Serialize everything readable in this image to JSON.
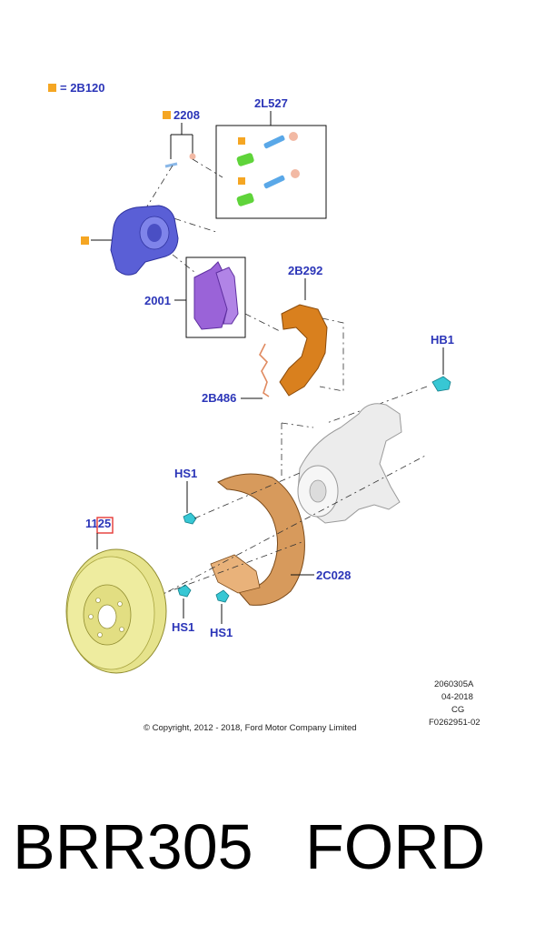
{
  "legend": {
    "marker_text": "= 2B120"
  },
  "labels": {
    "l2208": "2208",
    "l2L527": "2L527",
    "l2B292": "2B292",
    "l2001": "2001",
    "l2B486": "2B486",
    "lHB1": "HB1",
    "lHS1_top": "HS1",
    "l1125": "1125",
    "l2C028": "2C028",
    "lHS1_a": "HS1",
    "lHS1_b": "HS1"
  },
  "meta": {
    "code": "2060305A",
    "date": "04-2018",
    "cg": "CG",
    "ref": "F0262951-02",
    "copyright": "© Copyright, 2012 - 2018, Ford Motor Company Limited"
  },
  "caption": {
    "part_number": "BRR305",
    "brand": "FORD"
  },
  "colors": {
    "label": "#2b35b8",
    "marker": "#f5a623",
    "caliper": "#5a5fd6",
    "pads": "#9a63d8",
    "bracket": "#d9801e",
    "disc": "#e6e38c",
    "shield": "#d79a5c",
    "bolt": "#37c7d4",
    "pin_green": "#5fd43a",
    "pin_blue": "#5aa8e8",
    "cap_pink": "#f2b9a4",
    "knuckle": "#ececec",
    "highlight_box": "#e53935"
  }
}
